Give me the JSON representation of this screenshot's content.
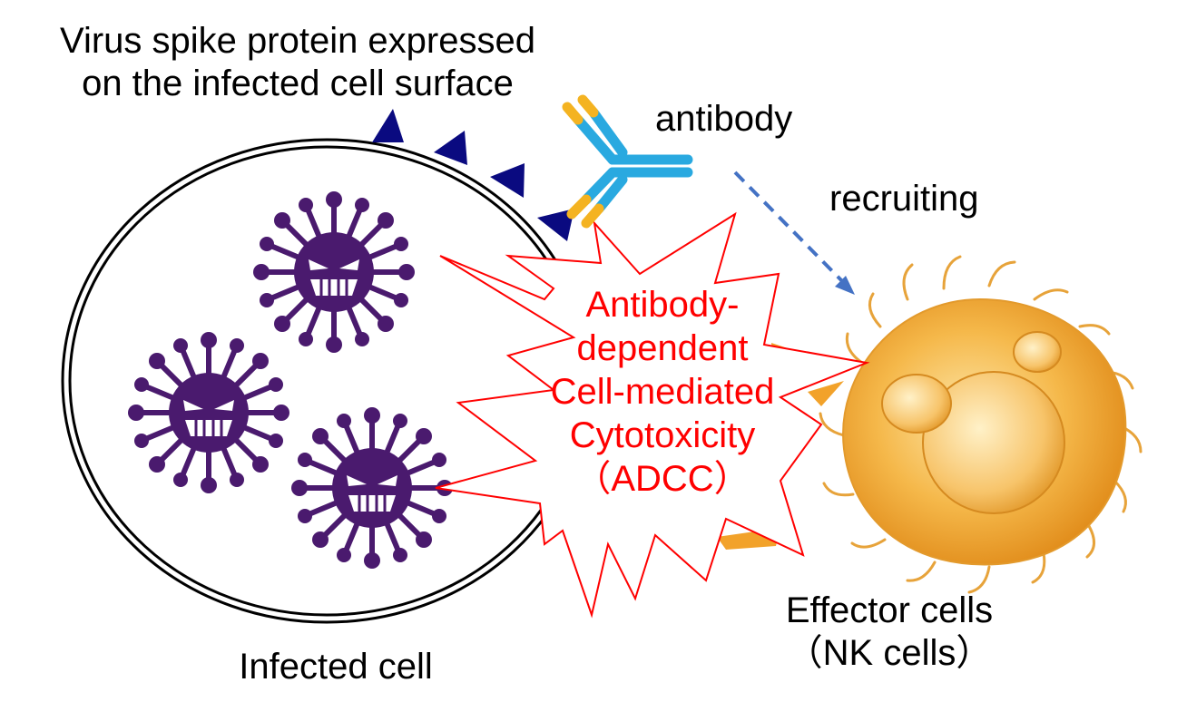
{
  "diagram": {
    "spike_label_line1": "Virus spike protein expressed",
    "spike_label_line2": "on the infected cell surface",
    "antibody_label": "antibody",
    "recruiting_label": "recruiting",
    "infected_cell_label": "Infected cell",
    "effector_label_line1": "Effector cells",
    "effector_label_line2": "（NK cells）",
    "adcc_lines": [
      "Antibody-",
      "dependent",
      "Cell-mediated",
      "Cytotoxicity",
      "（ADCC）"
    ]
  },
  "colors": {
    "adcc_text": "#ff0000",
    "burst_outline": "#ff0000",
    "virus": "#4a1a6e",
    "spike": "#0a0a80",
    "antibody_blue": "#29a9e0",
    "antibody_yellow": "#f4b321",
    "recruit_arrow": "#4472c4",
    "nk_cell": "#f0a830"
  },
  "icons": [
    "virus-icon",
    "antibody-icon",
    "nk-cell-icon",
    "spike-icon"
  ]
}
